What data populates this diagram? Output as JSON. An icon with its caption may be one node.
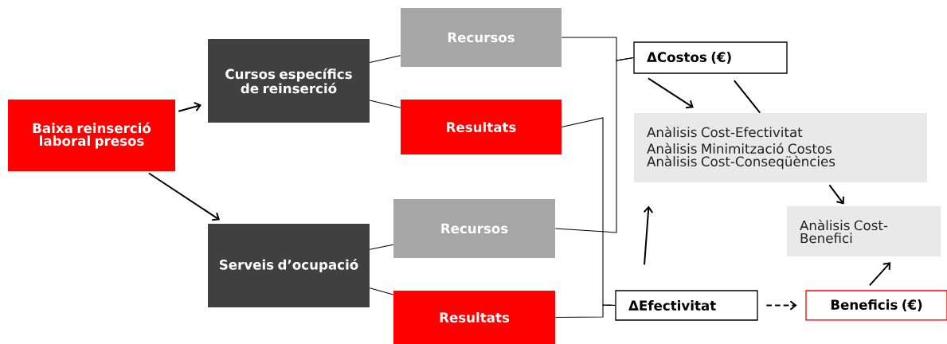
{
  "diagram": {
    "nodes": [
      {
        "text": [
          "Baixa reinserció laboral presos"
        ]
      },
      {
        "text": [
          "Cursos específics de reinserció"
        ]
      },
      {
        "text": [
          "Recursos"
        ]
      },
      {
        "text": [
          "Resultats"
        ]
      },
      {
        "text": [
          "Serveis d’ocupació"
        ]
      },
      {
        "text": [
          "Recursos"
        ]
      },
      {
        "text": [
          "Resultats"
        ]
      },
      {
        "text": [
          "ΔCostos (€)"
        ]
      },
      {
        "text": [
          "Anàlisis Cost-Efectivitat",
          "Anàlisis Minimització Costos",
          "Anàlisis Cost-Conseqüències"
        ]
      },
      {
        "text": [
          "Anàlisis Cost-Benefici"
        ]
      },
      {
        "text": [
          "ΔEfectivitat"
        ]
      },
      {
        "text": [
          "Beneficis (€)"
        ]
      }
    ],
    "edges": [
      {
        "from": 0,
        "to": 1,
        "arrow": "to"
      },
      {
        "from": 0,
        "to": 4,
        "arrow": "to"
      },
      {
        "from": 1,
        "to": 2,
        "arrow": "none"
      },
      {
        "from": 1,
        "to": 3,
        "arrow": "none"
      },
      {
        "from": 4,
        "to": 5,
        "arrow": "none"
      },
      {
        "from": 4,
        "to": 6,
        "arrow": "none"
      },
      {
        "from": 2,
        "to": 7,
        "arrow": "none"
      },
      {
        "from": 5,
        "to": 7,
        "arrow": "none"
      },
      {
        "from": 3,
        "to": 10,
        "arrow": "none"
      },
      {
        "from": 6,
        "to": 10,
        "arrow": "none"
      },
      {
        "from": 7,
        "to": 8,
        "arrow": "to"
      },
      {
        "from": 7,
        "to": 8,
        "arrow": "none"
      },
      {
        "from": 8,
        "to": 9,
        "arrow": "to"
      },
      {
        "from": 10,
        "to": 8,
        "arrow": "to"
      },
      {
        "from": 10,
        "to": 11,
        "arrow": "to",
        "style": "dashed"
      },
      {
        "from": 11,
        "to": 9,
        "arrow": "to"
      }
    ]
  }
}
